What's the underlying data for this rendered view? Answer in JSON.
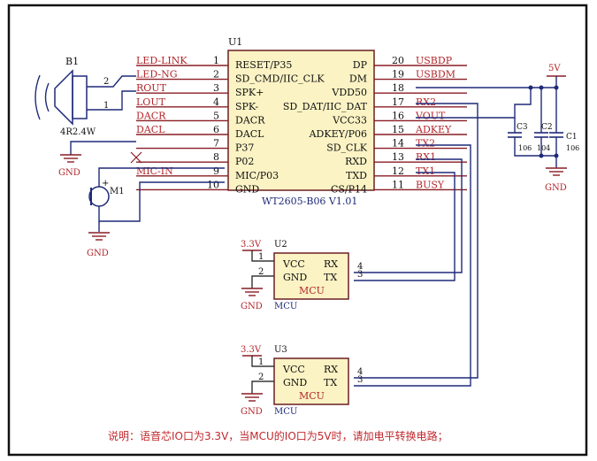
{
  "u1": {
    "ref": "U1",
    "part": "WT2605-B06 V1.01",
    "left_pins": [
      {
        "num": "1",
        "name": "RESET/P35",
        "net": "LED-LINK"
      },
      {
        "num": "2",
        "name": "SD_CMD/IIC_CLK",
        "net": "LED-NG"
      },
      {
        "num": "3",
        "name": "SPK+",
        "net": "ROUT"
      },
      {
        "num": "4",
        "name": "SPK-",
        "net": "LOUT"
      },
      {
        "num": "5",
        "name": "DACR",
        "net": "DACR"
      },
      {
        "num": "6",
        "name": "DACL",
        "net": "DACL"
      },
      {
        "num": "7",
        "name": "P37",
        "net": ""
      },
      {
        "num": "8",
        "name": "P02",
        "net": ""
      },
      {
        "num": "9",
        "name": "MIC/P03",
        "net": "MIC-IN"
      },
      {
        "num": "10",
        "name": "GND",
        "net": ""
      }
    ],
    "right_pins": [
      {
        "num": "20",
        "name": "DP",
        "net": "USBDP"
      },
      {
        "num": "19",
        "name": "DM",
        "net": "USBDM"
      },
      {
        "num": "18",
        "name": "VDD50",
        "net": ""
      },
      {
        "num": "17",
        "name": "SD_DAT/IIC_DAT",
        "net": "RX2"
      },
      {
        "num": "16",
        "name": "VCC33",
        "net": "VOUT"
      },
      {
        "num": "15",
        "name": "ADKEY/P06",
        "net": "ADKEY"
      },
      {
        "num": "14",
        "name": "SD_CLK",
        "net": "TX2"
      },
      {
        "num": "13",
        "name": "RXD",
        "net": "RX1"
      },
      {
        "num": "12",
        "name": "TXD",
        "net": "TX1"
      },
      {
        "num": "11",
        "name": "CS/P14",
        "net": "BUSY"
      }
    ]
  },
  "speaker": {
    "ref": "B1",
    "value": "4R2.4W",
    "pin_top": "2",
    "pin_bottom": "1"
  },
  "mic": {
    "ref": "M1",
    "plus": "+"
  },
  "power": {
    "vcc5": "5V",
    "gnd": "GND"
  },
  "capacitors": [
    {
      "ref": "C3",
      "value": "106"
    },
    {
      "ref": "C2",
      "value": "104"
    },
    {
      "ref": "C1",
      "value": "106"
    }
  ],
  "mcus": [
    {
      "ref": "U2",
      "supply": "3.3V",
      "vcc": "VCC",
      "gnd": "GND",
      "rx": "RX",
      "tx": "TX",
      "body": "MCU",
      "label": "MCU",
      "pin1": "1",
      "pin2": "2",
      "pin_rx": "4",
      "pin_tx": "3"
    },
    {
      "ref": "U3",
      "supply": "3.3V",
      "vcc": "VCC",
      "gnd": "GND",
      "rx": "RX",
      "tx": "TX",
      "body": "MCU",
      "label": "MCU",
      "pin1": "1",
      "pin2": "2",
      "pin_rx": "4",
      "pin_tx": "3"
    }
  ],
  "note": "说明：语音芯IO口为3.3V，当MCU的IO口为5V时，请加电平转换电路；"
}
